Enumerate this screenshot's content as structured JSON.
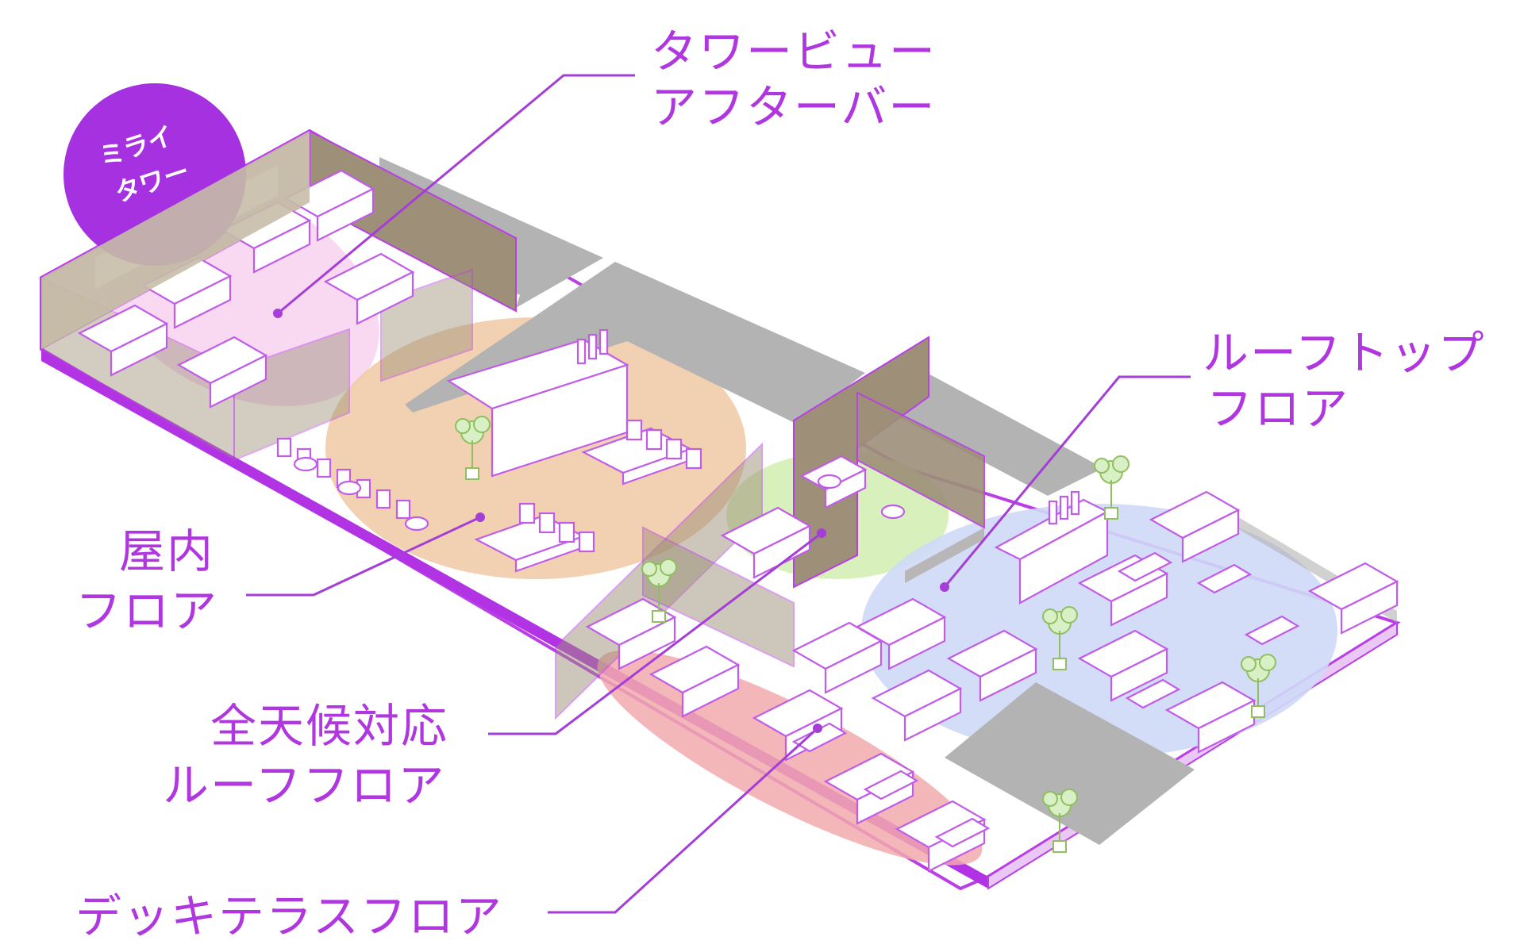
{
  "badge": {
    "line1": "ミライ",
    "line2": "タワー",
    "color": "#a631e0"
  },
  "labels": {
    "tower_view_bar": {
      "line1": "タワービュー",
      "line2": "アフターバー"
    },
    "rooftop_floor": {
      "line1": "ルーフトップ",
      "line2": "フロア"
    },
    "indoor_floor": {
      "line1": "屋内",
      "line2": "フロア"
    },
    "all_weather_roof_floor": {
      "line1": "全天候対応",
      "line2": "ルーフフロア"
    },
    "deck_terrace_floor": {
      "line1": "デッキテラスフロア"
    }
  },
  "colors": {
    "label": "#b036e0",
    "outline": "#b93ee8",
    "wall": "#9d8f78",
    "gray_block": "#b3b3b3",
    "zone_pink": "#f7d2ee",
    "zone_orange": "#efc9a3",
    "zone_green": "#d4f0b5",
    "zone_blue": "#cfd9f7",
    "zone_red": "#f1a9ad"
  }
}
